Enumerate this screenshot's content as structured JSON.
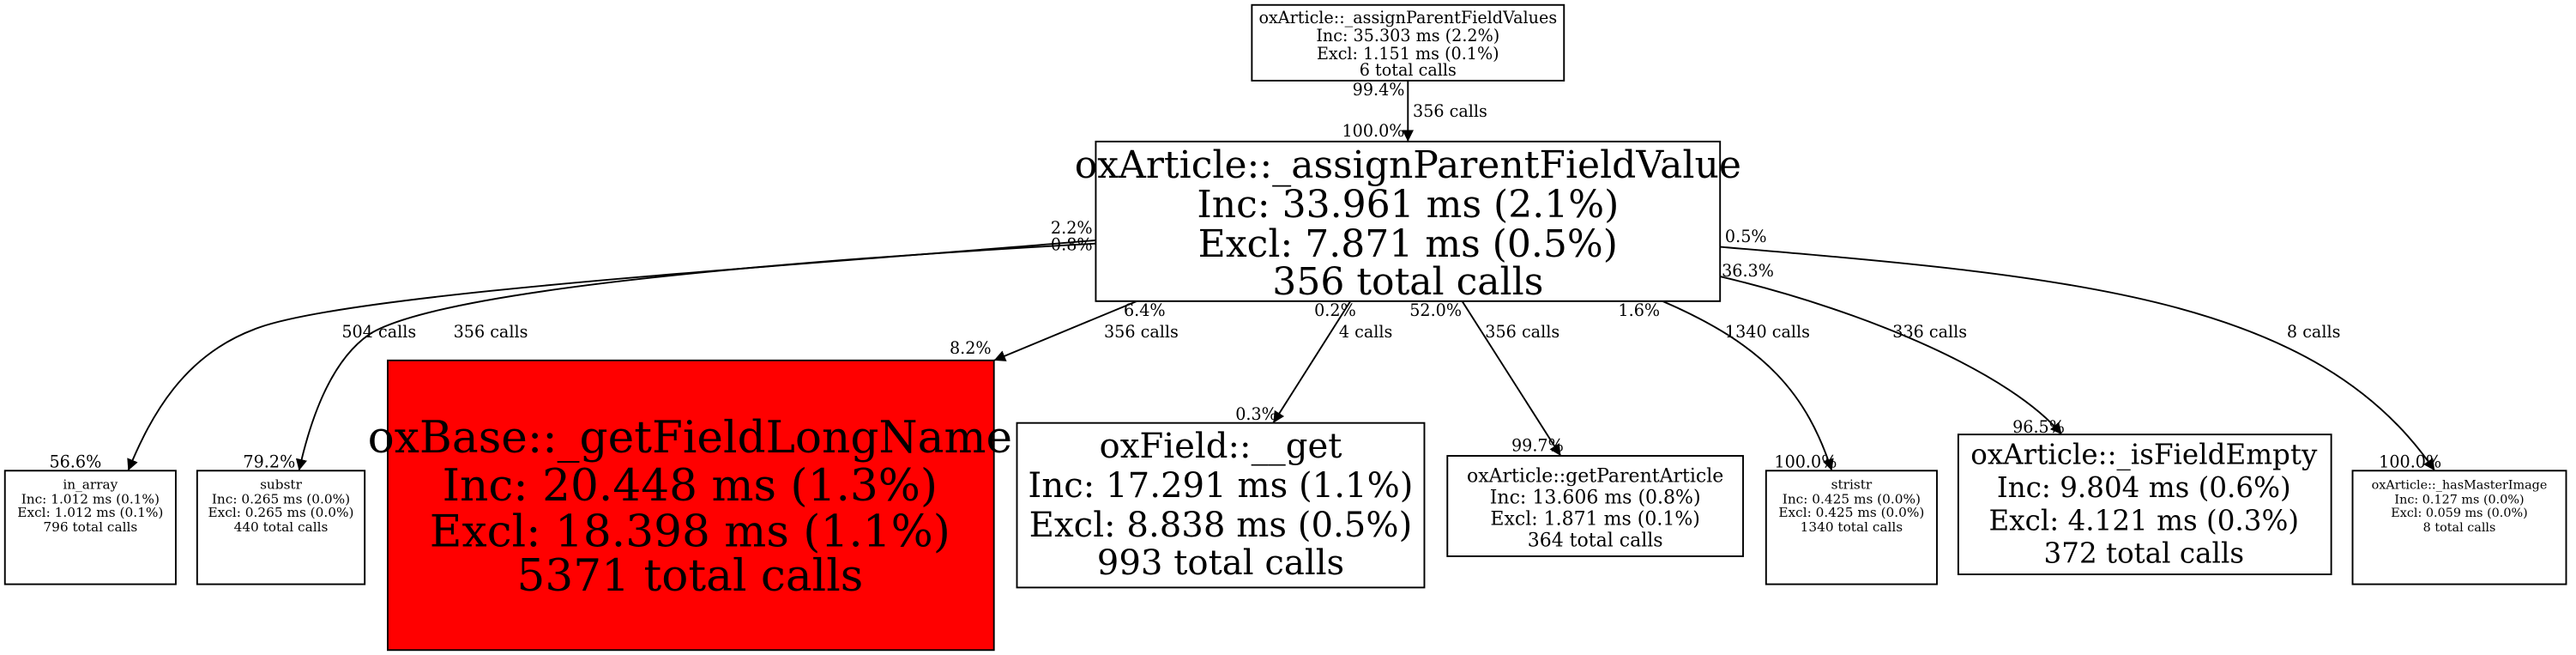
{
  "nodes": {
    "parent": {
      "name": "oxArticle::_assignParentFieldValues",
      "inc": "Inc: 35.303 ms (2.2%)",
      "excl": "Excl: 1.151 ms (0.1%)",
      "calls": "6 total calls"
    },
    "main": {
      "name": "oxArticle::_assignParentFieldValue",
      "inc": "Inc: 33.961 ms (2.1%)",
      "excl": "Excl: 7.871 ms (0.5%)",
      "calls": "356 total calls"
    },
    "in_array": {
      "name": "in_array",
      "inc": "Inc: 1.012 ms (0.1%)",
      "excl": "Excl: 1.012 ms (0.1%)",
      "calls": "796 total calls"
    },
    "substr": {
      "name": "substr",
      "inc": "Inc: 0.265 ms (0.0%)",
      "excl": "Excl: 0.265 ms (0.0%)",
      "calls": "440 total calls"
    },
    "getFieldLongName": {
      "name": "oxBase::_getFieldLongName",
      "inc": "Inc: 20.448 ms (1.3%)",
      "excl": "Excl: 18.398 ms (1.1%)",
      "calls": "5371 total calls",
      "color": "#ff0000"
    },
    "get": {
      "name": "oxField::__get",
      "inc": "Inc: 17.291 ms (1.1%)",
      "excl": "Excl: 8.838 ms (0.5%)",
      "calls": "993 total calls"
    },
    "getParentArticle": {
      "name": "oxArticle::getParentArticle",
      "inc": "Inc: 13.606 ms (0.8%)",
      "excl": "Excl: 1.871 ms (0.1%)",
      "calls": "364 total calls"
    },
    "stristr": {
      "name": "stristr",
      "inc": "Inc: 0.425 ms (0.0%)",
      "excl": "Excl: 0.425 ms (0.0%)",
      "calls": "1340 total calls"
    },
    "isFieldEmpty": {
      "name": "oxArticle::_isFieldEmpty",
      "inc": "Inc: 9.804 ms (0.6%)",
      "excl": "Excl: 4.121 ms (0.3%)",
      "calls": "372 total calls"
    },
    "hasMasterImage": {
      "name": "oxArticle::_hasMasterImage",
      "inc": "Inc: 0.127 ms (0.0%)",
      "excl": "Excl: 0.059 ms (0.0%)",
      "calls": "8 total calls"
    }
  },
  "edges": [
    {
      "tail": "99.4%",
      "calls": "356 calls",
      "head": "100.0%"
    },
    {
      "tail": "2.2%",
      "calls": "504 calls",
      "head": "56.6%"
    },
    {
      "tail": "0.8%",
      "calls": "356 calls",
      "head": "79.2%"
    },
    {
      "tail": "6.4%",
      "calls": "356 calls",
      "head": "8.2%"
    },
    {
      "tail": "0.2%",
      "calls": "4 calls",
      "head": "0.3%"
    },
    {
      "tail": "52.0%",
      "calls": "356 calls",
      "head": "99.7%"
    },
    {
      "tail": "1.6%",
      "calls": "1340 calls",
      "head": "100.0%"
    },
    {
      "tail": "36.3%",
      "calls": "336 calls",
      "head": "96.5%"
    },
    {
      "tail": "0.5%",
      "calls": "8 calls",
      "head": "100.0%"
    }
  ]
}
